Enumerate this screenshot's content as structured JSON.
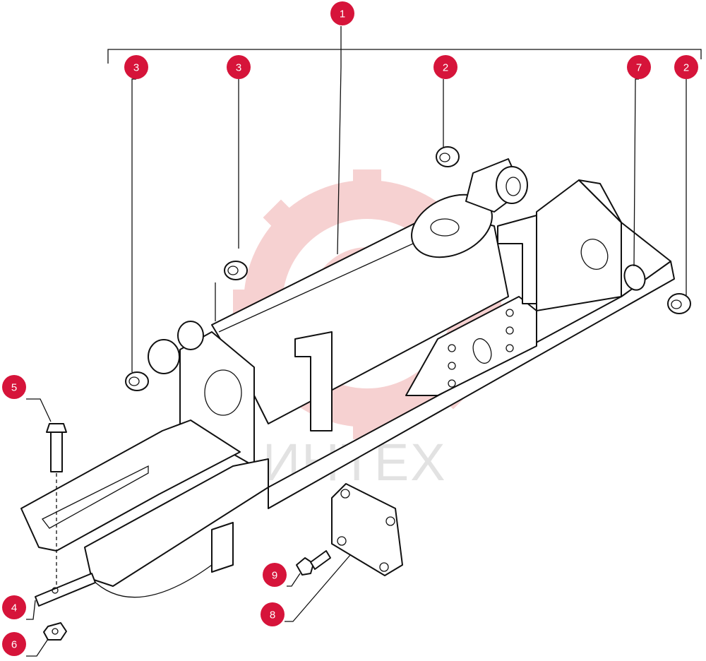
{
  "watermark": {
    "text": "ИНТЕХ",
    "color": "#e2e2e2",
    "logo_color": "#f4c4c4",
    "logo_icon": "gear-wrench-logo"
  },
  "callout_color": "#d6143a",
  "callouts": [
    {
      "label": "1"
    },
    {
      "label": "3"
    },
    {
      "label": "3"
    },
    {
      "label": "2"
    },
    {
      "label": "7"
    },
    {
      "label": "2"
    },
    {
      "label": "5"
    },
    {
      "label": "4"
    },
    {
      "label": "6"
    },
    {
      "label": "9"
    },
    {
      "label": "8"
    }
  ]
}
